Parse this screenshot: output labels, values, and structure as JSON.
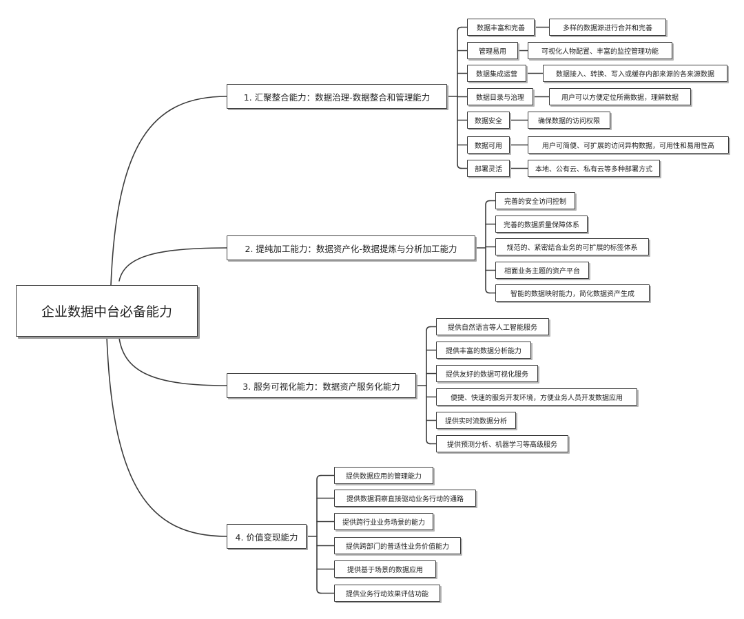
{
  "root": "企业数据中台必备能力",
  "branches": [
    {
      "label": "1. 汇聚整合能力：数据治理-数据整合和管理能力",
      "items": [
        {
          "label": "数据丰富和完善",
          "desc": "多样的数据源进行合并和完善"
        },
        {
          "label": "管理易用",
          "desc": "可视化人物配置、丰富的监控管理功能"
        },
        {
          "label": "数据集成运营",
          "desc": "数据接入、转换、写入或缓存内部来源的各来源数据"
        },
        {
          "label": "数据目录与治理",
          "desc": "用户可以方便定位所需数据，理解数据"
        },
        {
          "label": "数据安全",
          "desc": "确保数据的访问权限"
        },
        {
          "label": "数据可用",
          "desc": "用户可简便、可扩展的访问异构数据，可用性和易用性高"
        },
        {
          "label": "部署灵活",
          "desc": "本地、公有云、私有云等多种部署方式"
        }
      ]
    },
    {
      "label": "2. 提纯加工能力：数据资产化-数据提炼与分析加工能力",
      "items": [
        {
          "label": "完善的安全访问控制"
        },
        {
          "label": "完善的数据质量保障体系"
        },
        {
          "label": "规范的、紧密结合业务的可扩展的标签体系"
        },
        {
          "label": "相面业务主题的资产平台"
        },
        {
          "label": "智能的数据映射能力，简化数据资产生成"
        }
      ]
    },
    {
      "label": "3. 服务可视化能力：数据资产服务化能力",
      "items": [
        {
          "label": "提供自然语言等人工智能服务"
        },
        {
          "label": "提供丰富的数据分析能力"
        },
        {
          "label": "提供友好的数据可视化服务"
        },
        {
          "label": "便捷、快速的服务开发环境，方便业务人员开发数据应用"
        },
        {
          "label": "提供实时流数据分析"
        },
        {
          "label": "提供预测分析、机器学习等高级服务"
        }
      ]
    },
    {
      "label": "4. 价值变现能力",
      "items": [
        {
          "label": "提供数据应用的管理能力"
        },
        {
          "label": "提供数据洞察直接驱动业务行动的通路"
        },
        {
          "label": "提供跨行业业务场景的能力"
        },
        {
          "label": "提供跨部门的普适性业务价值能力"
        },
        {
          "label": "提供基于场景的数据应用"
        },
        {
          "label": "提供业务行动效果评估功能"
        }
      ]
    }
  ]
}
